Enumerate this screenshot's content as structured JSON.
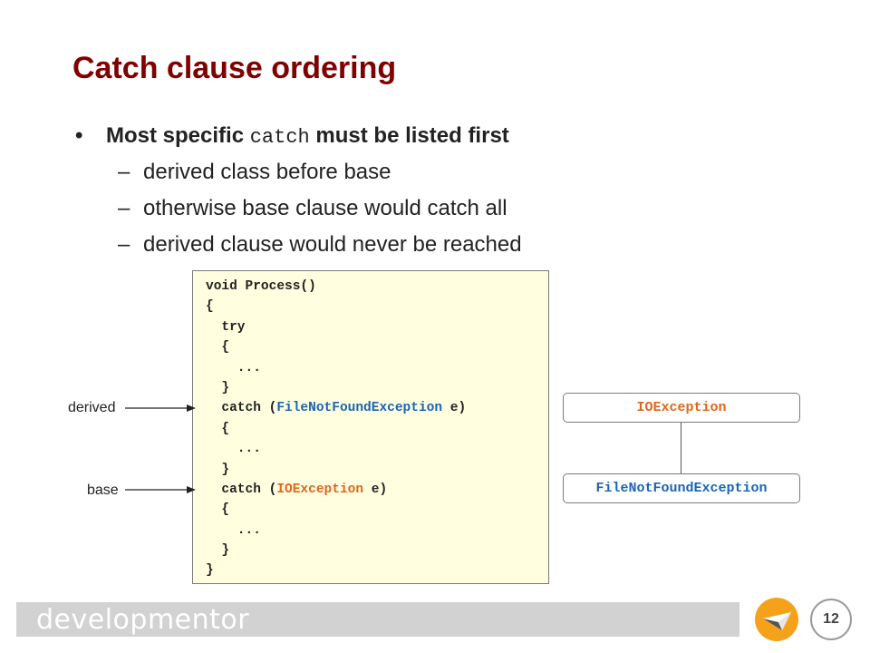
{
  "slide": {
    "title": "Catch clause ordering",
    "bullet": {
      "marker": "•",
      "text_before": "Most specific ",
      "code": "catch",
      "text_after": " must be listed first"
    },
    "subbullets": [
      {
        "marker": "–",
        "text": "derived class before base"
      },
      {
        "marker": "–",
        "text": "otherwise base clause would catch all"
      },
      {
        "marker": "–",
        "text": "derived clause would never be reached"
      }
    ]
  },
  "code_block": {
    "lines": [
      [
        {
          "t": "void Process()"
        }
      ],
      [
        {
          "t": "{"
        }
      ],
      [
        {
          "t": "  try"
        }
      ],
      [
        {
          "t": "  {"
        }
      ],
      [
        {
          "t": "    ..."
        }
      ],
      [
        {
          "t": "  }"
        }
      ],
      [
        {
          "t": "  catch ("
        },
        {
          "t": "FileNotFoundException",
          "c": "blue"
        },
        {
          "t": " e)"
        }
      ],
      [
        {
          "t": "  {"
        }
      ],
      [
        {
          "t": "    ..."
        }
      ],
      [
        {
          "t": "  }"
        }
      ],
      [
        {
          "t": "  catch ("
        },
        {
          "t": "IOException",
          "c": "orange"
        },
        {
          "t": " e)"
        }
      ],
      [
        {
          "t": "  {"
        }
      ],
      [
        {
          "t": "    ..."
        }
      ],
      [
        {
          "t": "  }"
        }
      ],
      [
        {
          "t": "}"
        }
      ]
    ]
  },
  "labels": {
    "derived": "derived",
    "base": "base"
  },
  "hierarchy": {
    "base_class": "IOException",
    "derived_class": "FileNotFoundException"
  },
  "footer": {
    "brand": "developmentor",
    "page_number": "12",
    "logo_icon": "paper-plane-icon"
  },
  "colors": {
    "title": "#800000",
    "blue": "#1a64b4",
    "orange": "#e0661a",
    "code_bg": "#ffffe0",
    "logo": "#f5a21a"
  }
}
